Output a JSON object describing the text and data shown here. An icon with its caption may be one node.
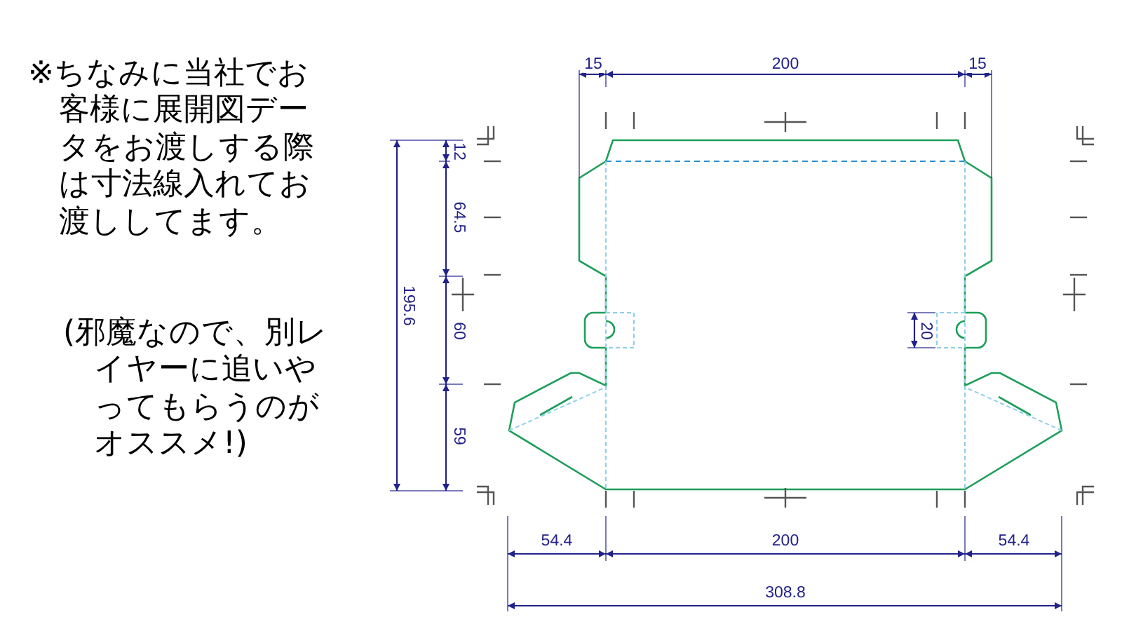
{
  "diagram": {
    "labels": [
      "※ちなみに当社でお客様に展開図データをお渡しする際は寸法線入れてお渡ししてます。",
      "(邪魔なので、別レイヤーに追いやってもらうのがオススメ!)",
      "15",
      "200",
      "15",
      "12",
      "64.5",
      "60",
      "59",
      "195.6",
      "20",
      "54.4",
      "200",
      "54.4",
      "308.8"
    ]
  }
}
